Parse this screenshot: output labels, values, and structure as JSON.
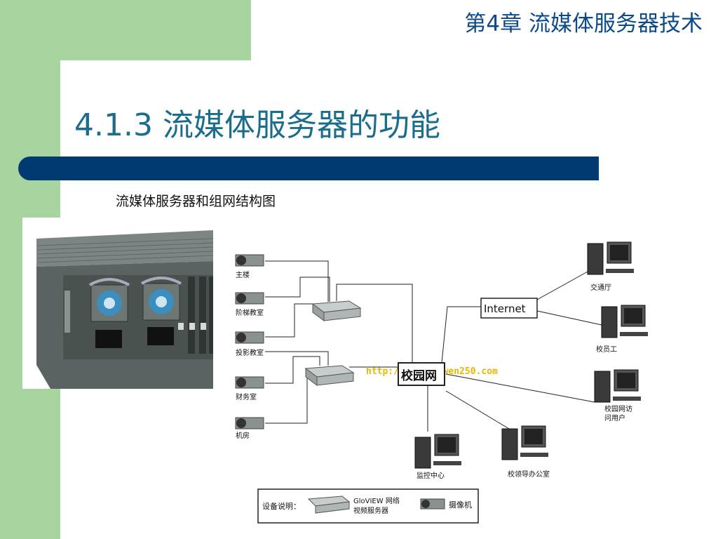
{
  "header": {
    "chapter_title": "第4章 流媒体服务器技术",
    "slide_title": "4.1.3 流媒体服务器的功能"
  },
  "caption": "流媒体服务器和组网结构图",
  "diagram": {
    "cameras": [
      "主楼",
      "阶梯教室",
      "投影教室",
      "财务室",
      "机房"
    ],
    "campus_net": "校园网",
    "internet": "Internet",
    "watermark": "http://www.lunwen250.com",
    "remote_users": [
      "交通厅",
      "校员工",
      "校园网访",
      "问用户"
    ],
    "local_users": [
      "监控中心",
      "校领导办公室"
    ],
    "legend": {
      "device_label": "设备说明：",
      "server_line1": "GloVIEW 网络",
      "server_line2": "视频服务器",
      "camera_label": "摄像机"
    }
  }
}
